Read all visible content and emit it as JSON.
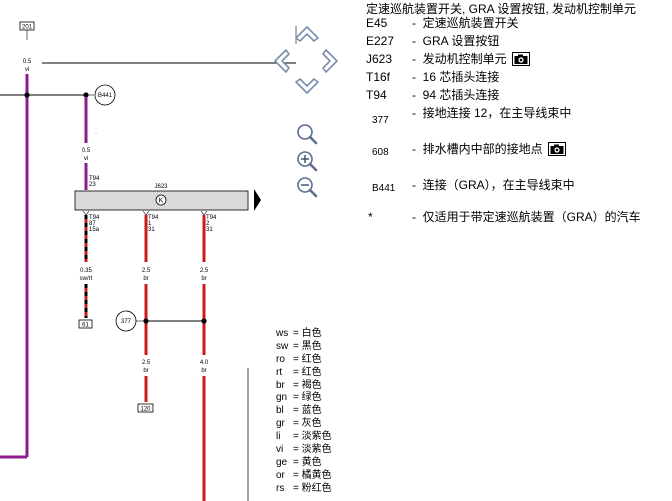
{
  "legend": {
    "title": "定速巡航装置开关, GRA 设置按钮, 发动机控制单元",
    "items": [
      {
        "code": "E45",
        "sep": "-",
        "desc": "定速巡航装置开关",
        "camera": false
      },
      {
        "code": "E227",
        "sep": "-",
        "desc": "GRA 设置按钮",
        "camera": false
      },
      {
        "code": "J623",
        "sep": "-",
        "desc": "发动机控制单元",
        "camera": true
      },
      {
        "code": "T16f",
        "sep": "-",
        "desc": "16 芯插头连接",
        "camera": false
      },
      {
        "code": "T94",
        "sep": "-",
        "desc": "94 芯插头连接",
        "camera": false
      },
      {
        "code": "377",
        "sep": "-",
        "desc": "接地连接 12，在主导线束中",
        "camera": false
      },
      {
        "code": "608",
        "sep": "-",
        "desc": "排水槽内中部的接地点",
        "camera": true
      },
      {
        "code": "B441",
        "sep": "-",
        "desc": "连接（GRA），在主导线束中",
        "camera": false
      },
      {
        "code": "*",
        "sep": "-",
        "desc": "仅适用于带定速巡航装置（GRA）的汽车",
        "camera": false
      }
    ]
  },
  "color_codes": [
    {
      "code": "ws",
      "eq": "=",
      "name": "白色"
    },
    {
      "code": "sw",
      "eq": "=",
      "name": "黑色"
    },
    {
      "code": "ro",
      "eq": "=",
      "name": "红色"
    },
    {
      "code": "rt",
      "eq": "=",
      "name": "红色"
    },
    {
      "code": "br",
      "eq": "=",
      "name": "褐色"
    },
    {
      "code": "gn",
      "eq": "=",
      "name": "绿色"
    },
    {
      "code": "bl",
      "eq": "=",
      "name": "蓝色"
    },
    {
      "code": "gr",
      "eq": "=",
      "name": "灰色"
    },
    {
      "code": "li",
      "eq": "=",
      "name": "淡紫色"
    },
    {
      "code": "vi",
      "eq": "=",
      "name": "淡紫色"
    },
    {
      "code": "ge",
      "eq": "=",
      "name": "黄色"
    },
    {
      "code": "or",
      "eq": "=",
      "name": "橘黄色"
    },
    {
      "code": "rs",
      "eq": "=",
      "name": "粉红色"
    }
  ],
  "diagram": {
    "top_ref": "201",
    "wire_top_size": "0.5",
    "wire_top_color": "vi",
    "node_b441": "B441",
    "wire_b441_size": "0.5",
    "wire_b441_color": "vi",
    "t94_23_conn": "T94",
    "t94_23_pin": "23",
    "j623_label": "J623",
    "pin1_conn": "T94",
    "pin1_num": "87",
    "pin1_ref": "15a",
    "pin2_conn": "T94",
    "pin2_num": "1",
    "pin2_ref": "31",
    "pin3_conn": "T94",
    "pin3_num": "2",
    "pin3_ref": "31",
    "wire1_size": "0.35",
    "wire1_color": "sw/rt",
    "wire2_size": "2.5",
    "wire2_color": "br",
    "wire3_size": "2.5",
    "wire3_color": "br",
    "ref_61": "61",
    "ground_377": "377",
    "wire4_size": "2.5",
    "wire4_color": "br",
    "wire5_size": "4.0",
    "wire5_color": "br",
    "ref_120": "120"
  },
  "icons": {
    "nav_up": "chevron-up-icon",
    "nav_down": "chevron-down-icon",
    "nav_left": "chevron-left-icon",
    "nav_right": "chevron-right-icon",
    "zoom": "magnifier-icon",
    "zoom_in": "zoom-in-icon",
    "zoom_out": "zoom-out-icon",
    "camera": "camera-icon"
  },
  "colors": {
    "wire_violet": "#8b1a8b",
    "wire_red": "#cc1a1a",
    "wire_black": "#000000",
    "module_fill": "#d9d9d9",
    "nav_icon": "#7a8fb0"
  }
}
